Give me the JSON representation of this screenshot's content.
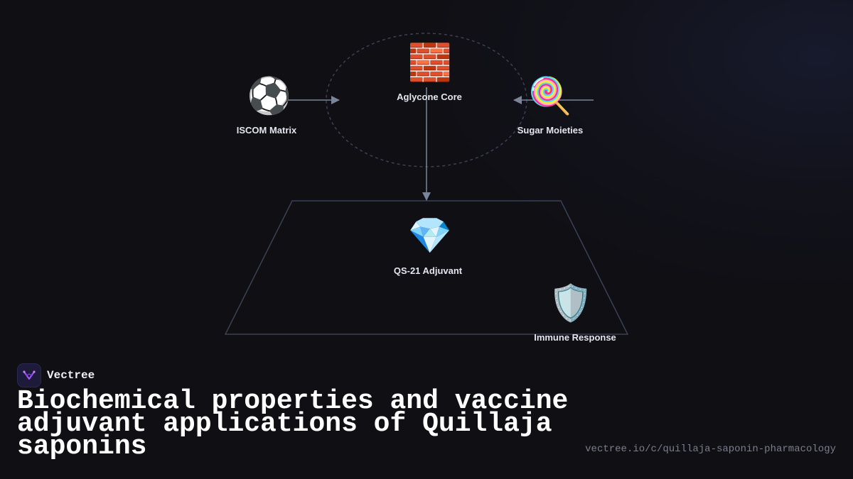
{
  "diagram": {
    "nodes": {
      "aglycone": {
        "label": "Aglycone Core",
        "icon": "brick-icon",
        "glyph": "🧱"
      },
      "iscom": {
        "label": "ISCOM Matrix",
        "icon": "soccer-ball-icon",
        "glyph": "⚽"
      },
      "sugar": {
        "label": "Sugar Moieties",
        "icon": "lollipop-icon",
        "glyph": "🍭"
      },
      "qs21": {
        "label": "QS-21 Adjuvant",
        "icon": "gem-icon",
        "glyph": "💎"
      },
      "immune": {
        "label": "Immune Response",
        "icon": "shield-icon",
        "glyph": "🛡️"
      }
    },
    "edges": [
      {
        "from": "ISCOM Matrix",
        "to": "Aglycone Core"
      },
      {
        "from": "Sugar Moieties",
        "to": "Aglycone Core"
      },
      {
        "from": "Aglycone Core",
        "to": "QS-21 Adjuvant"
      }
    ],
    "colors": {
      "edge": "#7a8599",
      "group_outline": "#3a4254"
    }
  },
  "brand": {
    "name": "Vectree",
    "logo_icon": "vectree-logo-icon",
    "accent": "#a855f7"
  },
  "footer": {
    "title": "Biochemical properties and vaccine adjuvant applications of Quillaja saponins",
    "url": "vectree.io/c/quillaja-saponin-pharmacology"
  }
}
